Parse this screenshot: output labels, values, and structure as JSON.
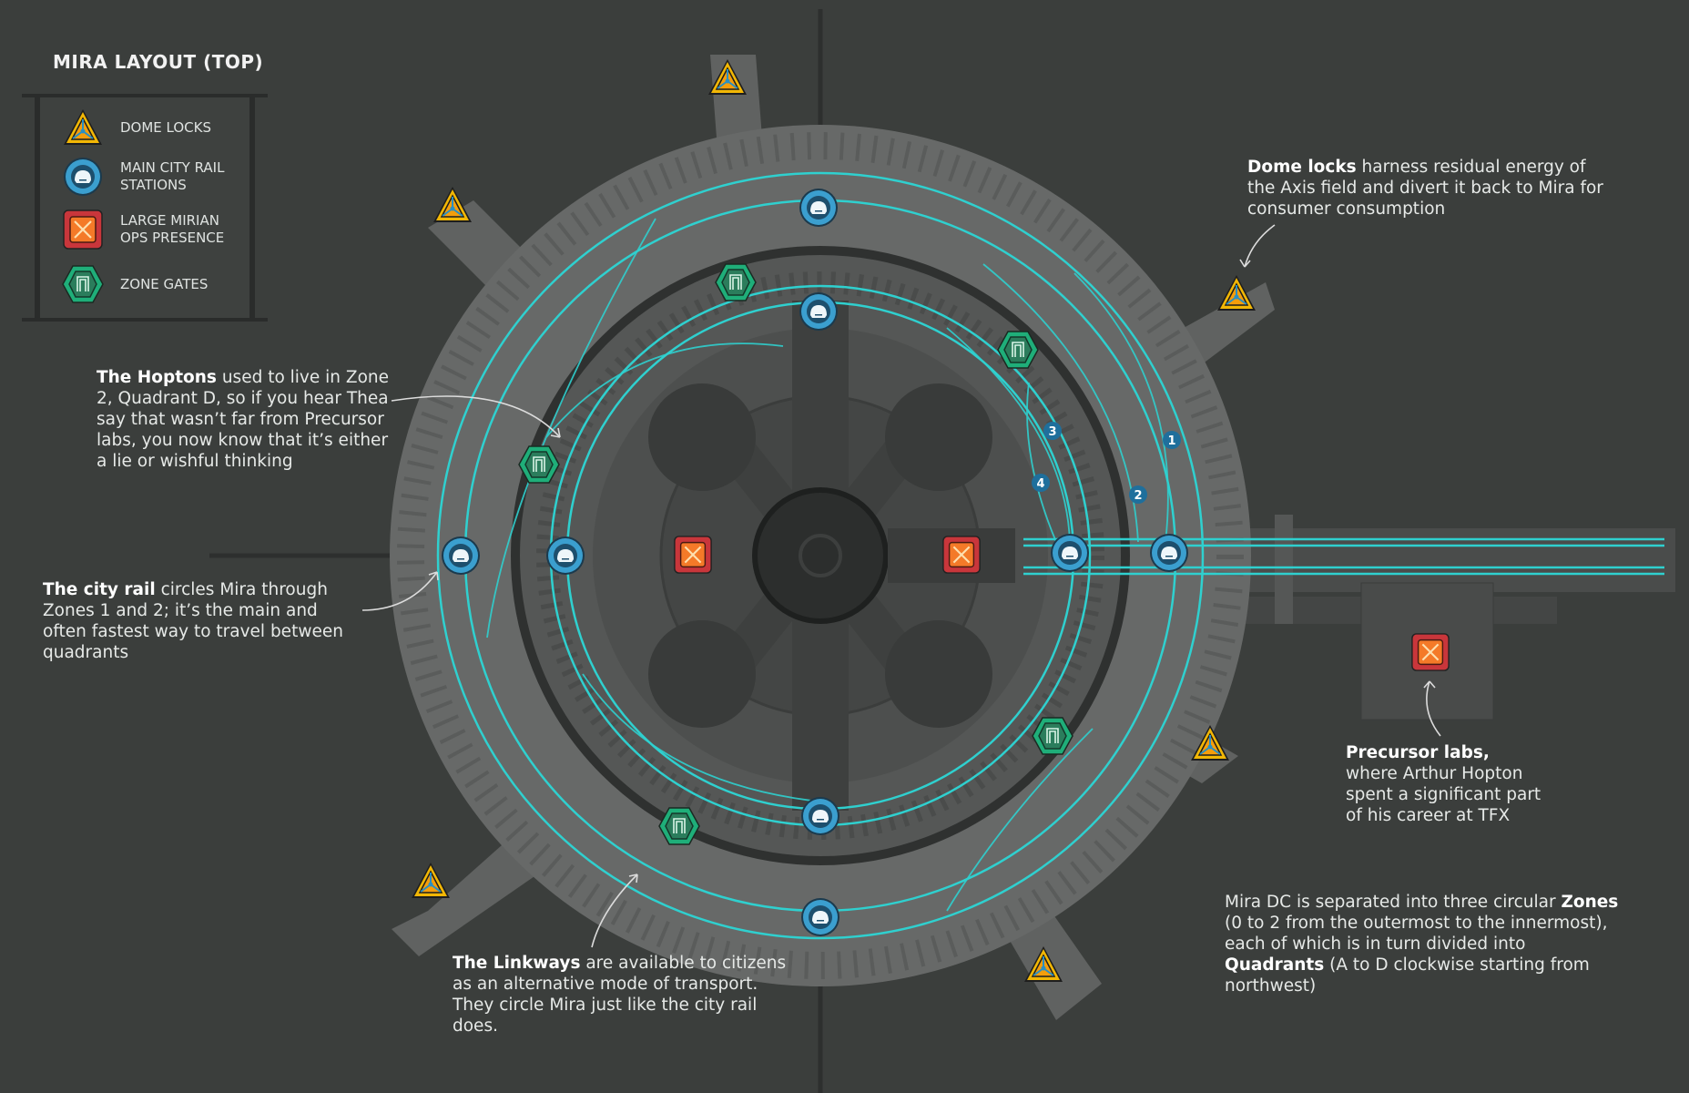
{
  "title": "MIRA LAYOUT (TOP)",
  "legend": [
    {
      "icon": "dome-lock-icon",
      "label": "DOME LOCKS"
    },
    {
      "icon": "rail-station-icon",
      "label": "MAIN CITY RAIL\nSTATIONS"
    },
    {
      "icon": "mirian-ops-icon",
      "label": "LARGE MIRIAN\nOPS PRESENCE"
    },
    {
      "icon": "zone-gate-icon",
      "label": "ZONE GATES"
    }
  ],
  "notes": {
    "hoptons": {
      "bold": "The Hoptons",
      "text": " used to live in Zone 2, Quadrant D, so if you hear Thea say that wasn’t far from Precursor labs, you now know that it’s either a lie or wishful thinking"
    },
    "city_rail": {
      "bold": "The city rail",
      "text": " circles Mira through Zones 1 and 2; it’s the main and often fastest way to travel between quadrants"
    },
    "linkways": {
      "bold": "The Linkways",
      "text": " are available to citizens as an alternative mode of transport. They circle Mira just like the city rail does."
    },
    "dome_locks": {
      "bold": "Dome locks",
      "text": " harness residual energy of the Axis field and divert it back to Mira for consumer consumption"
    },
    "precursor": {
      "bold": "Precursor labs,",
      "text": " where Arthur Hopton spent a significant part of his career at TFX"
    },
    "zones": {
      "t1": "Mira DC is separated into three circular ",
      "b1": "Zones",
      "t2": " (0 to 2 from the outermost to the innermost), each of which is in turn divided into ",
      "b2": "Quadrants",
      "t3": " (A to D clockwise starting from northwest)"
    }
  },
  "linkway_numbers": [
    "1",
    "2",
    "3",
    "4"
  ],
  "colors": {
    "rail": "#2fd0cf",
    "station": "#3b9fcf",
    "ops": "#c9363b",
    "gate": "#1fae79",
    "dome_lock": "#f2b705",
    "background": "#3b3e3c"
  }
}
